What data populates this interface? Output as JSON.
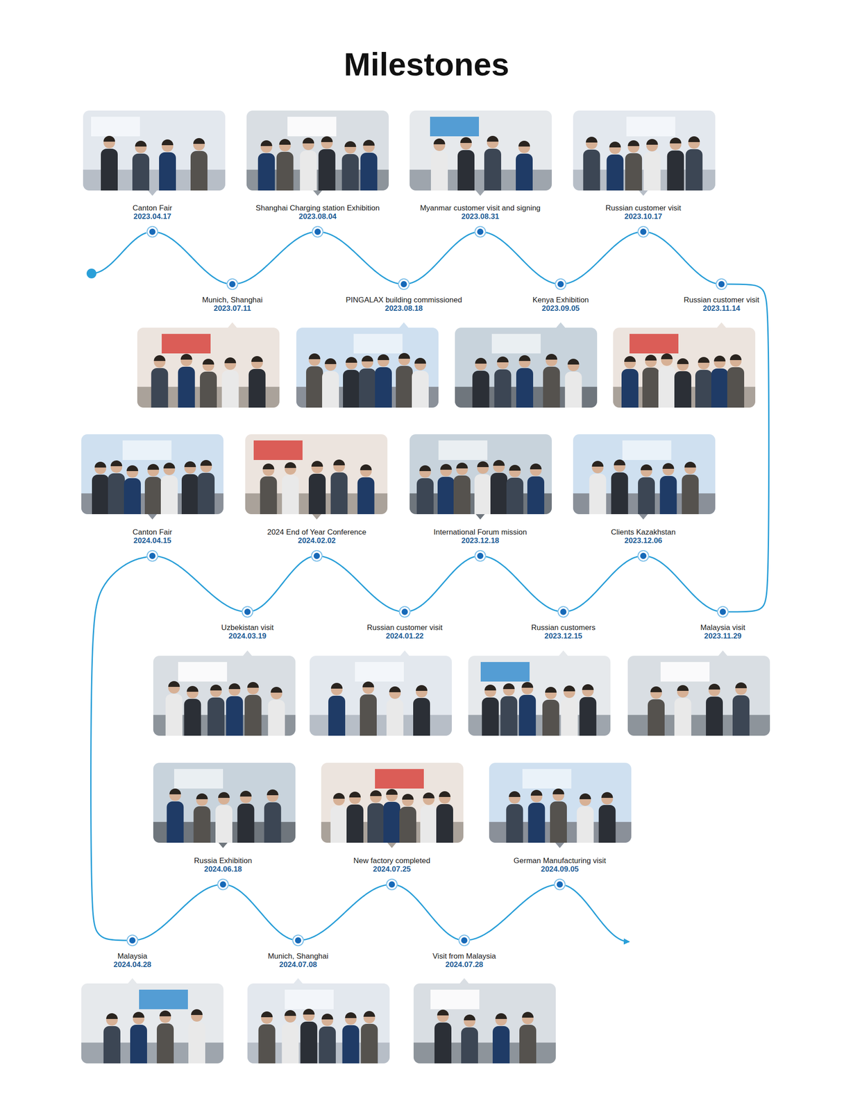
{
  "diagram": {
    "title": "Milestones",
    "nodes": [
      {
        "text": [
          "Canton Fair",
          "2023.04.17"
        ]
      },
      {
        "text": [
          "Munich, Shanghai",
          "2023.07.11"
        ]
      },
      {
        "text": [
          "Shanghai Charging station Exhibition",
          "2023.08.04"
        ]
      },
      {
        "text": [
          "PINGALAX building commissioned",
          "2023.08.18"
        ]
      },
      {
        "text": [
          "Myanmar customer visit and signing",
          "2023.08.31"
        ]
      },
      {
        "text": [
          "Kenya Exhibition",
          "2023.09.05"
        ]
      },
      {
        "text": [
          "Russian customer visit",
          "2023.10.17"
        ]
      },
      {
        "text": [
          "Russian customer visit",
          "2023.11.14"
        ]
      },
      {
        "text": [
          "Malaysia visit",
          "2023.11.29"
        ]
      },
      {
        "text": [
          "Clients Kazakhstan",
          "2023.12.06"
        ]
      },
      {
        "text": [
          "Russian customers",
          "2023.12.15"
        ]
      },
      {
        "text": [
          "International Forum mission",
          "2023.12.18"
        ]
      },
      {
        "text": [
          "Russian customer visit",
          "2024.01.22"
        ]
      },
      {
        "text": [
          "2024 End of Year Conference",
          "2024.02.02"
        ]
      },
      {
        "text": [
          "Uzbekistan visit",
          "2024.03.19"
        ]
      },
      {
        "text": [
          "Canton Fair",
          "2024.04.15"
        ]
      },
      {
        "text": [
          "Malaysia",
          "2024.04.28"
        ]
      },
      {
        "text": [
          "Russia Exhibition",
          "2024.06.18"
        ]
      },
      {
        "text": [
          "Munich, Shanghai",
          "2024.07.08"
        ]
      },
      {
        "text": [
          "New factory completed",
          "2024.07.25"
        ]
      },
      {
        "text": [
          "Visit from Malaysia",
          "2024.07.28"
        ]
      },
      {
        "text": [
          "German Manufacturing visit",
          "2024.09.05"
        ]
      }
    ],
    "edges": [
      {
        "from": 0,
        "to": 1,
        "arrow": "none"
      },
      {
        "from": 1,
        "to": 2,
        "arrow": "none"
      },
      {
        "from": 2,
        "to": 3,
        "arrow": "none"
      },
      {
        "from": 3,
        "to": 4,
        "arrow": "none"
      },
      {
        "from": 4,
        "to": 5,
        "arrow": "none"
      },
      {
        "from": 5,
        "to": 6,
        "arrow": "none"
      },
      {
        "from": 6,
        "to": 7,
        "arrow": "none"
      },
      {
        "from": 7,
        "to": 8,
        "arrow": "none"
      },
      {
        "from": 8,
        "to": 9,
        "arrow": "none"
      },
      {
        "from": 9,
        "to": 10,
        "arrow": "none"
      },
      {
        "from": 10,
        "to": 11,
        "arrow": "none"
      },
      {
        "from": 11,
        "to": 12,
        "arrow": "none"
      },
      {
        "from": 12,
        "to": 13,
        "arrow": "none"
      },
      {
        "from": 13,
        "to": 14,
        "arrow": "none"
      },
      {
        "from": 14,
        "to": 15,
        "arrow": "none"
      },
      {
        "from": 15,
        "to": 16,
        "arrow": "none"
      },
      {
        "from": 16,
        "to": 17,
        "arrow": "none"
      },
      {
        "from": 17,
        "to": 18,
        "arrow": "none"
      },
      {
        "from": 18,
        "to": 19,
        "arrow": "none"
      },
      {
        "from": 19,
        "to": 20,
        "arrow": "none"
      },
      {
        "from": 20,
        "to": 21,
        "arrow": "none"
      }
    ]
  }
}
